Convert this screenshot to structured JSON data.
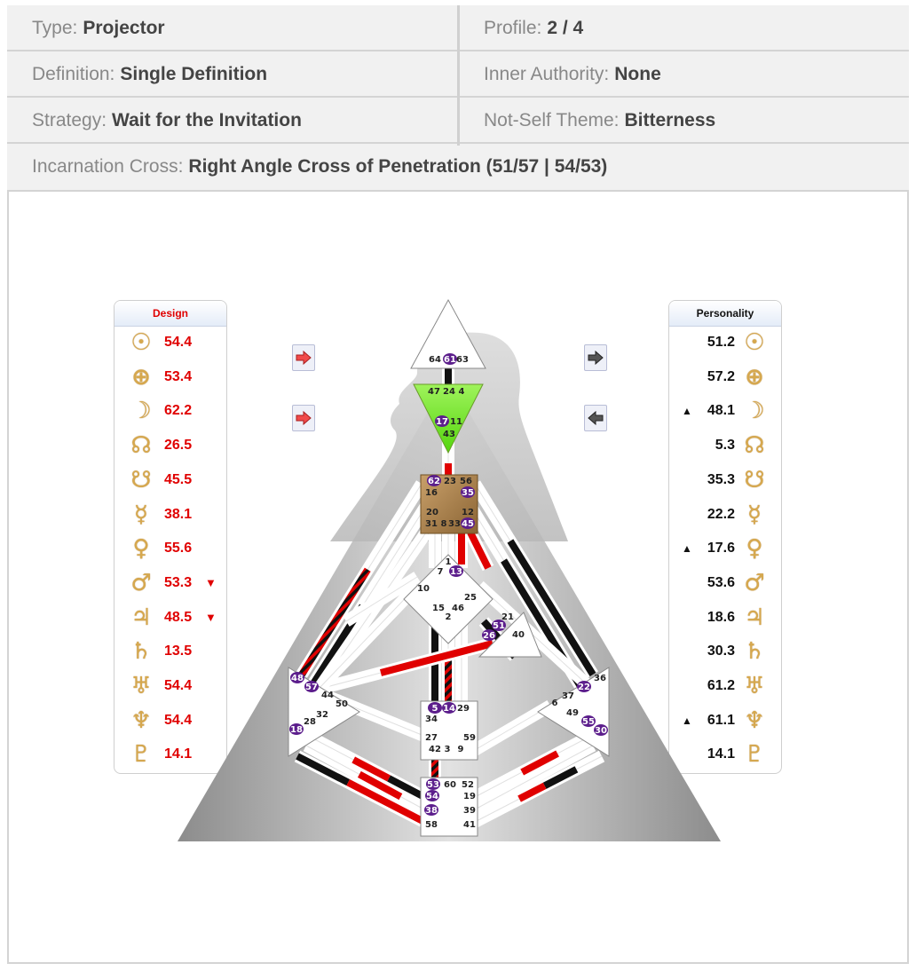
{
  "info": {
    "type_label": "Type:",
    "type_value": "Projector",
    "profile_label": "Profile:",
    "profile_value": "2 / 4",
    "definition_label": "Definition:",
    "definition_value": "Single Definition",
    "authority_label": "Inner Authority:",
    "authority_value": "None",
    "strategy_label": "Strategy:",
    "strategy_value": "Wait for the Invitation",
    "notself_label": "Not-Self Theme:",
    "notself_value": "Bitterness",
    "cross_label": "Incarnation Cross:",
    "cross_value": "Right Angle Cross of Penetration (51/57 | 54/53)"
  },
  "design": {
    "title": "Design",
    "rows": [
      {
        "planet": "sun-icon",
        "glyph": "☉",
        "value": "54.4",
        "mark": ""
      },
      {
        "planet": "earth-icon",
        "glyph": "⊕",
        "value": "53.4",
        "mark": ""
      },
      {
        "planet": "moon-icon",
        "glyph": "☽",
        "value": "62.2",
        "mark": ""
      },
      {
        "planet": "north-node-icon",
        "glyph": "☊",
        "value": "26.5",
        "mark": ""
      },
      {
        "planet": "south-node-icon",
        "glyph": "☋",
        "value": "45.5",
        "mark": ""
      },
      {
        "planet": "mercury-icon",
        "glyph": "☿",
        "value": "38.1",
        "mark": ""
      },
      {
        "planet": "venus-icon",
        "glyph": "♀",
        "value": "55.6",
        "mark": ""
      },
      {
        "planet": "mars-icon",
        "glyph": "♂",
        "value": "53.3",
        "mark": "▼"
      },
      {
        "planet": "jupiter-icon",
        "glyph": "♃",
        "value": "48.5",
        "mark": "▼"
      },
      {
        "planet": "saturn-icon",
        "glyph": "♄",
        "value": "13.5",
        "mark": ""
      },
      {
        "planet": "uranus-icon",
        "glyph": "♅",
        "value": "54.4",
        "mark": ""
      },
      {
        "planet": "neptune-icon",
        "glyph": "♆",
        "value": "54.4",
        "mark": ""
      },
      {
        "planet": "pluto-icon",
        "glyph": "♇",
        "value": "14.1",
        "mark": ""
      }
    ]
  },
  "personality": {
    "title": "Personality",
    "rows": [
      {
        "planet": "sun-icon",
        "glyph": "☉",
        "value": "51.2",
        "mark": ""
      },
      {
        "planet": "earth-icon",
        "glyph": "⊕",
        "value": "57.2",
        "mark": ""
      },
      {
        "planet": "moon-icon",
        "glyph": "☽",
        "value": "48.1",
        "mark": "▲"
      },
      {
        "planet": "north-node-icon",
        "glyph": "☊",
        "value": "5.3",
        "mark": ""
      },
      {
        "planet": "south-node-icon",
        "glyph": "☋",
        "value": "35.3",
        "mark": ""
      },
      {
        "planet": "mercury-icon",
        "glyph": "☿",
        "value": "22.2",
        "mark": ""
      },
      {
        "planet": "venus-icon",
        "glyph": "♀",
        "value": "17.6",
        "mark": "▲"
      },
      {
        "planet": "mars-icon",
        "glyph": "♂",
        "value": "53.6",
        "mark": ""
      },
      {
        "planet": "jupiter-icon",
        "glyph": "♃",
        "value": "18.6",
        "mark": ""
      },
      {
        "planet": "saturn-icon",
        "glyph": "♄",
        "value": "30.3",
        "mark": ""
      },
      {
        "planet": "uranus-icon",
        "glyph": "♅",
        "value": "61.2",
        "mark": ""
      },
      {
        "planet": "neptune-icon",
        "glyph": "♆",
        "value": "61.1",
        "mark": "▲"
      },
      {
        "planet": "pluto-icon",
        "glyph": "♇",
        "value": "14.1",
        "mark": ""
      }
    ]
  },
  "colors": {
    "design": "#e00000",
    "personality": "#111111",
    "defined_center": "#b08850",
    "ajna": "#7ef000",
    "gate_badge": "#5c1e8c"
  },
  "gates": {
    "head": [
      "64",
      "61",
      "63"
    ],
    "ajna": [
      "47",
      "24",
      "4",
      "17",
      "11",
      "43"
    ],
    "throat": [
      "62",
      "23",
      "56",
      "16",
      "35",
      "20",
      "12",
      "31",
      "8",
      "33",
      "45"
    ],
    "g": [
      "1",
      "7",
      "13",
      "10",
      "25",
      "15",
      "46",
      "2"
    ],
    "ego": [
      "21",
      "51",
      "26",
      "40"
    ],
    "sacral": [
      "5",
      "14",
      "29",
      "34",
      "27",
      "59",
      "42",
      "3",
      "9"
    ],
    "root": [
      "53",
      "60",
      "52",
      "54",
      "19",
      "38",
      "39",
      "58",
      "41"
    ],
    "spleen": [
      "48",
      "57",
      "44",
      "50",
      "32",
      "18",
      "28"
    ],
    "solar": [
      "36",
      "22",
      "6",
      "37",
      "49",
      "55",
      "30"
    ]
  }
}
